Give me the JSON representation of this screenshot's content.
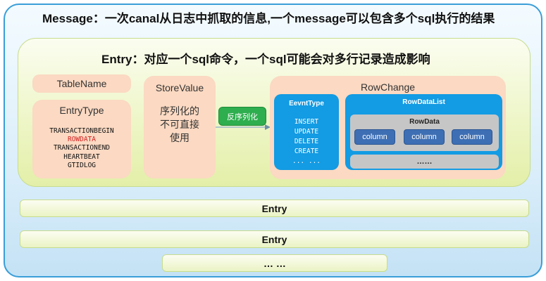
{
  "message": {
    "title": "Message：一次canal从日志中抓取的信息,一个message可以包含多个sql执行的结果"
  },
  "entry": {
    "title": "Entry：对应一个sql命令，一个sql可能会对多行记录造成影响",
    "table_name": "TableName",
    "entry_type": {
      "title": "EntryType",
      "items": [
        "TRANSACTIONBEGIN",
        "ROWDATA",
        "TRANSACTIONEND",
        "HEARTBEAT",
        "GTIDLOG"
      ],
      "highlight_color": "#d32020"
    },
    "store_value": {
      "title": "StoreValue",
      "text_lines": [
        "序列化的",
        "不可直接",
        "使用"
      ]
    },
    "deserialize_label": "反序列化",
    "row_change": {
      "title": "RowChange",
      "evnt_type": {
        "title": "EevntType",
        "items": [
          "INSERT",
          "UPDATE",
          "DELETE",
          "CREATE",
          "... ..."
        ]
      },
      "row_data_list": {
        "title": "RowDataList",
        "row_data": {
          "title": "RowData",
          "columns": [
            "column",
            "column",
            "column"
          ]
        },
        "more": "……"
      }
    }
  },
  "entries": [
    "Entry",
    "Entry"
  ],
  "more": "… …",
  "colors": {
    "message_border": "#3a9ed8",
    "entry_bg": "#eef6c8",
    "peach": "#fbd9c2",
    "blue": "#139be3",
    "green_button": "#2eae4e",
    "column": "#3e6fb4",
    "gray": "#c6c6c6"
  }
}
